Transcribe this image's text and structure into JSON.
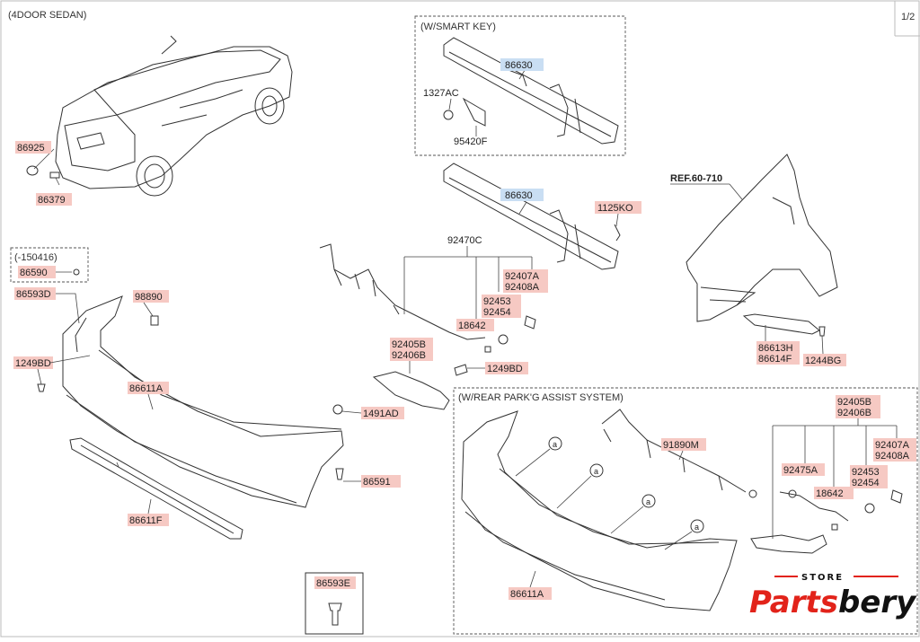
{
  "header": {
    "title": "(4DOOR SEDAN)",
    "page_indicator": "1/2"
  },
  "sections": {
    "smart_key": "(W/SMART KEY)",
    "old_version": "(-150416)",
    "rear_park_assist": "(W/REAR PARK'G ASSIST SYSTEM)"
  },
  "reference": "REF.60-710",
  "circle_marker": "a",
  "parts": {
    "p86925": "86925",
    "p86379": "86379",
    "p86630_a": "86630",
    "p1327AC": "1327AC",
    "p95420F": "95420F",
    "p86630_b": "86630",
    "p1125KO": "1125KO",
    "p92470C": "92470C",
    "p92407A_1": "92407A",
    "p92408A_1": "92408A",
    "p92453_1": "92453",
    "p92454_1": "92454",
    "p18642_1": "18642",
    "p86590": "86590",
    "p86593D": "86593D",
    "p98890": "98890",
    "p1249BD_1": "1249BD",
    "p86611A_1": "86611A",
    "p92405B_1": "92405B",
    "p92406B_1": "92406B",
    "p1249BD_2": "1249BD",
    "p1491AD": "1491AD",
    "p86591": "86591",
    "p86611F": "86611F",
    "p86593E": "86593E",
    "p86613H": "86613H",
    "p86614F": "86614F",
    "p1244BG": "1244BG",
    "p91890M": "91890M",
    "p92405B_2": "92405B",
    "p92406B_2": "92406B",
    "p92475A": "92475A",
    "p92407A_2": "92407A",
    "p92408A_2": "92408A",
    "p92453_2": "92453",
    "p92454_2": "92454",
    "p18642_2": "18642",
    "p86611A_2": "86611A"
  },
  "logo": {
    "store": "STORE",
    "brand_red": "Parts",
    "brand_black": "bery",
    "red_color": "#e2231a",
    "dark_color": "#111111"
  },
  "colors": {
    "label_fill": "#f6c9c3",
    "label_fill_blue": "#c9def3"
  }
}
